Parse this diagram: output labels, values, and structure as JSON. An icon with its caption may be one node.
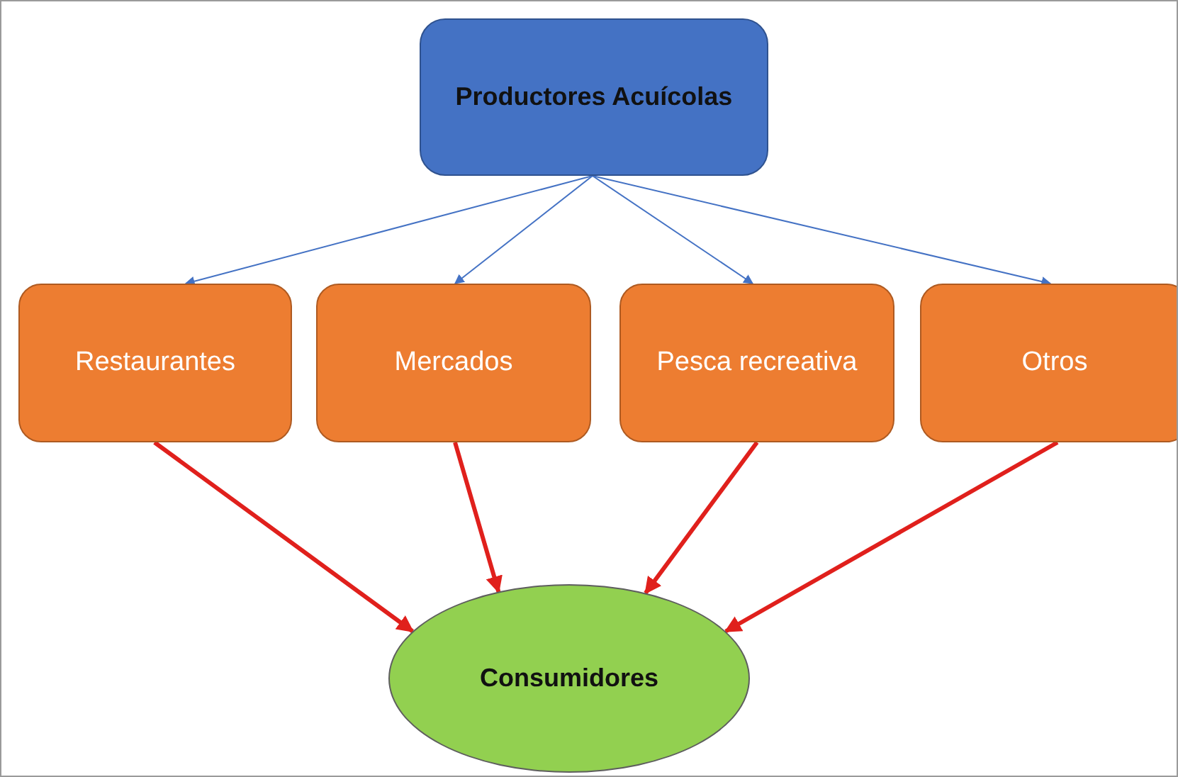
{
  "diagram": {
    "nodes": [
      {
        "text": [
          "Productores Acuícolas"
        ]
      },
      {
        "text": [
          "Restaurantes"
        ]
      },
      {
        "text": [
          "Mercados"
        ]
      },
      {
        "text": [
          "Pesca recreativa"
        ]
      },
      {
        "text": [
          "Otros"
        ]
      },
      {
        "text": [
          "Consumidores"
        ]
      }
    ],
    "edges": [
      {
        "from": 0,
        "to": 1,
        "arrow": "to",
        "color": "#4472c4"
      },
      {
        "from": 0,
        "to": 2,
        "arrow": "to",
        "color": "#4472c4"
      },
      {
        "from": 0,
        "to": 3,
        "arrow": "to",
        "color": "#4472c4"
      },
      {
        "from": 0,
        "to": 4,
        "arrow": "to",
        "color": "#4472c4"
      },
      {
        "from": 1,
        "to": 5,
        "arrow": "to",
        "style": "thick",
        "color": "#e0201c"
      },
      {
        "from": 2,
        "to": 5,
        "arrow": "to",
        "style": "thick",
        "color": "#e0201c"
      },
      {
        "from": 3,
        "to": 5,
        "arrow": "to",
        "style": "thick",
        "color": "#e0201c"
      },
      {
        "from": 4,
        "to": 5,
        "arrow": "to",
        "style": "thick",
        "color": "#e0201c"
      }
    ]
  }
}
